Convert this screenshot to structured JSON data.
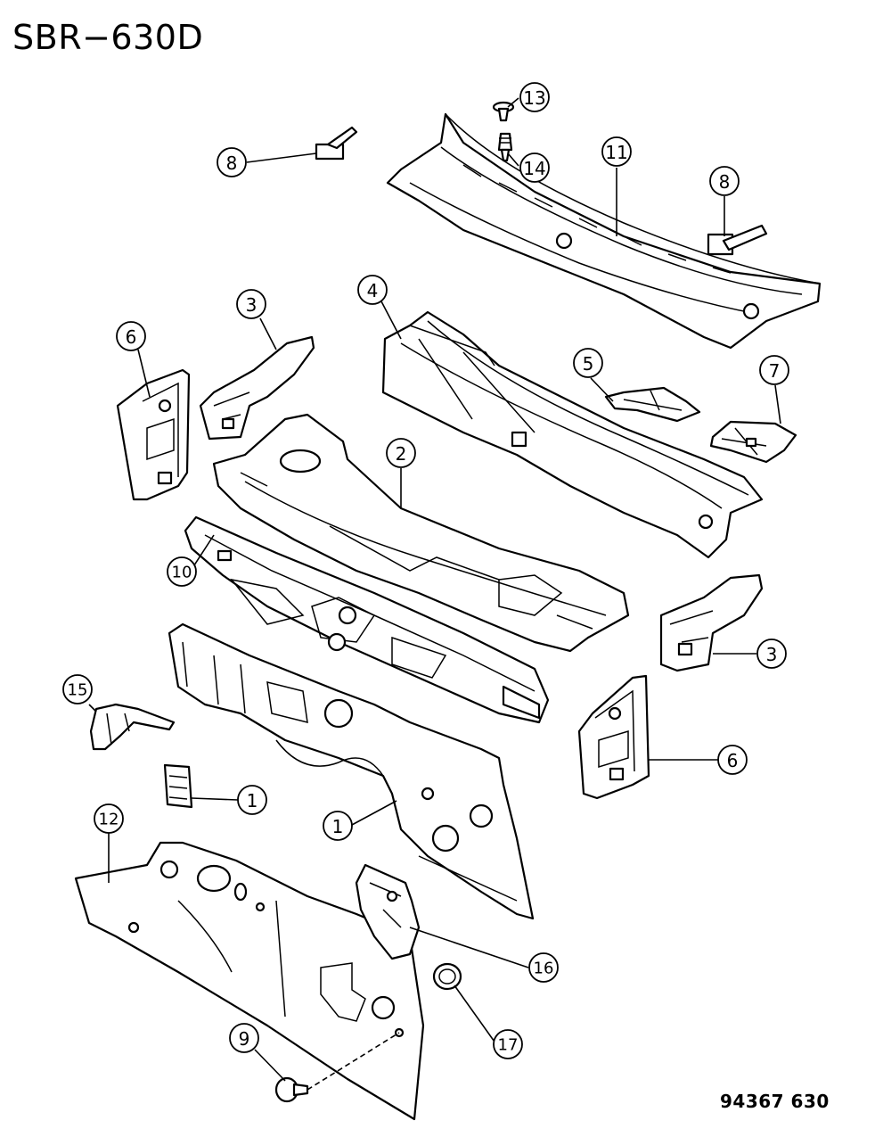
{
  "title": "SBR−630D",
  "figure_code": "94367 630",
  "callouts": [
    {
      "id": "c13",
      "label": "13"
    },
    {
      "id": "c14",
      "label": "14"
    },
    {
      "id": "c11",
      "label": "11"
    },
    {
      "id": "c8a",
      "label": "8"
    },
    {
      "id": "c8b",
      "label": "8"
    },
    {
      "id": "c3a",
      "label": "3"
    },
    {
      "id": "c4",
      "label": "4"
    },
    {
      "id": "c6a",
      "label": "6"
    },
    {
      "id": "c5",
      "label": "5"
    },
    {
      "id": "c7",
      "label": "7"
    },
    {
      "id": "c2",
      "label": "2"
    },
    {
      "id": "c10",
      "label": "10"
    },
    {
      "id": "c3b",
      "label": "3"
    },
    {
      "id": "c15",
      "label": "15"
    },
    {
      "id": "c6b",
      "label": "6"
    },
    {
      "id": "c1a",
      "label": "1"
    },
    {
      "id": "c1b",
      "label": "1"
    },
    {
      "id": "c12",
      "label": "12"
    },
    {
      "id": "c16",
      "label": "16"
    },
    {
      "id": "c17",
      "label": "17"
    },
    {
      "id": "c9",
      "label": "9"
    }
  ]
}
